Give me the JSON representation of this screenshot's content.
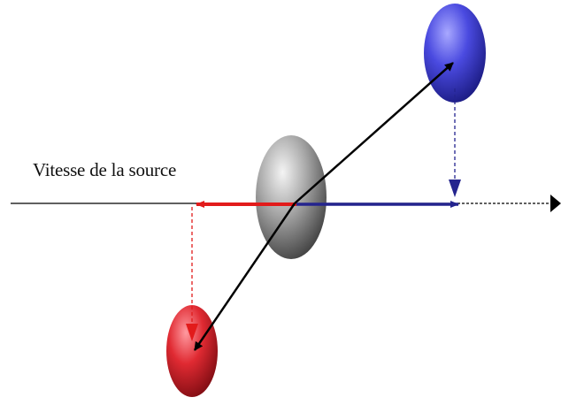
{
  "axis_label": "Vitesse de la source",
  "colors": {
    "background": "#ffffff",
    "axis": "#000000",
    "source_sphere": "#888888",
    "red_sphere": "#e0202a",
    "blue_sphere": "#3a3ad8",
    "red_vector": "#e21b1b",
    "blue_vector": "#24248e",
    "black_vector": "#000000"
  },
  "elements": {
    "source": "gray-sphere",
    "receding": "red-sphere",
    "approaching": "blue-sphere"
  }
}
